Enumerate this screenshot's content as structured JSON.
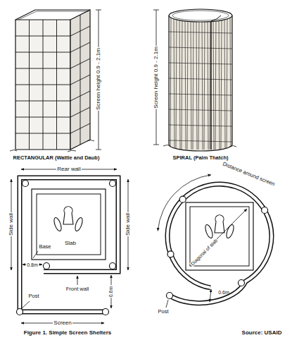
{
  "diagram": {
    "caption": "Figure 1. Simple Screen Shelters",
    "labels": [
      "Screen height 0.9 - 2.1m",
      "Screen height 0.9 - 2.1m",
      "RECTANGULAR (Wattle and Daub)",
      "SPIRAL (Palm Thatch)",
      "Rear wall",
      "Side wall",
      "Side wall",
      "Base",
      "Slab",
      "0.8m",
      "0.6m",
      "Post",
      "Front wall",
      "Screen",
      "Distance around screen",
      "Diagonal of slab",
      "0.6m",
      "Post",
      "Source: USAID"
    ]
  }
}
